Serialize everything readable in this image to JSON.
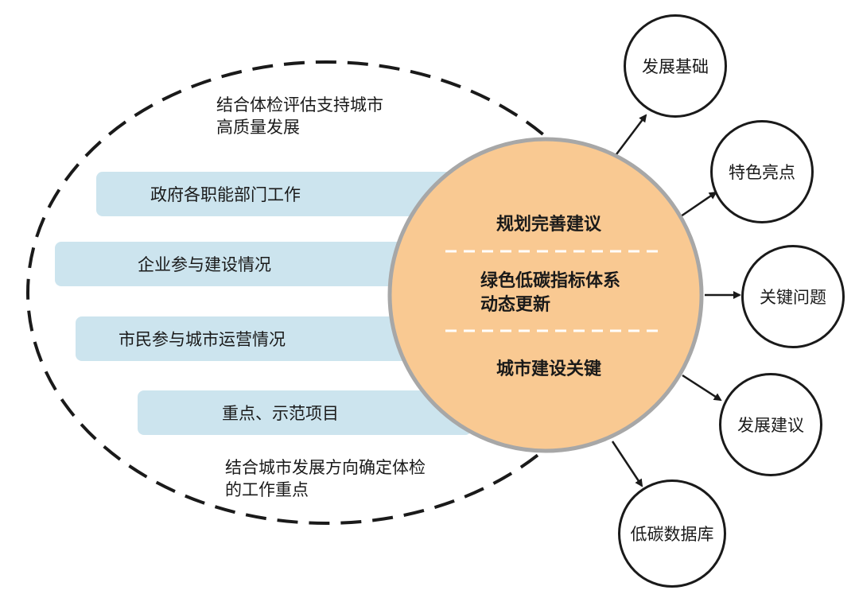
{
  "ellipse_notes": {
    "top": "结合体检评估支持城市\n高质量发展",
    "bottom": "结合城市发展方向确定体检\n的工作重点"
  },
  "inputs": [
    {
      "label": "政府各职能部门工作"
    },
    {
      "label": "企业参与建设情况"
    },
    {
      "label": "市民参与城市运营情况"
    },
    {
      "label": "重点、示范项目"
    }
  ],
  "center": {
    "sections": [
      {
        "line1": "规划完善建议",
        "line2": ""
      },
      {
        "line1": "绿色低碳指标体系",
        "line2": "动态更新"
      },
      {
        "line1": "城市建设关键",
        "line2": ""
      }
    ]
  },
  "outputs": [
    {
      "label": "发展基础"
    },
    {
      "label": "特色亮点"
    },
    {
      "label": "关键问题"
    },
    {
      "label": "发展建议"
    },
    {
      "label": "低碳数据库"
    }
  ],
  "colors": {
    "bar_fill": "#cce4ee",
    "center_fill": "#f9c992",
    "center_border": "#a7a7a7",
    "outline": "#1a1a1a",
    "divider": "#ffffff"
  }
}
